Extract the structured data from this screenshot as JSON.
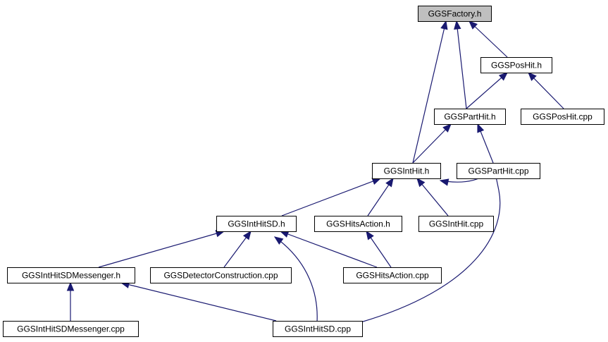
{
  "colors": {
    "edge": "#191970",
    "node_fill": "#ffffff",
    "root_fill": "#bfbfbf",
    "node_border": "#000000"
  },
  "nodes": [
    {
      "id": "ggsfactory_h",
      "label": "GGSFactory.h",
      "root": true,
      "clickable": false
    },
    {
      "id": "ggsposhit_h",
      "label": "GGSPosHit.h",
      "clickable": true
    },
    {
      "id": "ggsparthit_h",
      "label": "GGSPartHit.h",
      "clickable": true
    },
    {
      "id": "ggsposhit_cpp",
      "label": "GGSPosHit.cpp",
      "clickable": true
    },
    {
      "id": "ggsinthit_h",
      "label": "GGSIntHit.h",
      "clickable": true
    },
    {
      "id": "ggsparthit_cpp",
      "label": "GGSPartHit.cpp",
      "clickable": true
    },
    {
      "id": "ggsinthitsd_h",
      "label": "GGSIntHitSD.h",
      "clickable": true
    },
    {
      "id": "ggshitsaction_h",
      "label": "GGSHitsAction.h",
      "clickable": true
    },
    {
      "id": "ggsinthit_cpp",
      "label": "GGSIntHit.cpp",
      "clickable": true
    },
    {
      "id": "ggsinthitsdmessenger_h",
      "label": "GGSIntHitSDMessenger.h",
      "clickable": true
    },
    {
      "id": "ggsdetectorconstruction_cpp",
      "label": "GGSDetectorConstruction.cpp",
      "clickable": true
    },
    {
      "id": "ggshitsaction_cpp",
      "label": "GGSHitsAction.cpp",
      "clickable": true
    },
    {
      "id": "ggsinthitsdmessenger_cpp",
      "label": "GGSIntHitSDMessenger.cpp",
      "clickable": true
    },
    {
      "id": "ggsinthitsd_cpp",
      "label": "GGSIntHitSD.cpp",
      "clickable": true
    }
  ],
  "edges": [
    {
      "from": "ggsposhit_h",
      "to": "ggsfactory_h"
    },
    {
      "from": "ggsparthit_h",
      "to": "ggsfactory_h"
    },
    {
      "from": "ggsinthit_h",
      "to": "ggsfactory_h"
    },
    {
      "from": "ggsparthit_h",
      "to": "ggsposhit_h"
    },
    {
      "from": "ggsposhit_cpp",
      "to": "ggsposhit_h"
    },
    {
      "from": "ggsinthit_h",
      "to": "ggsparthit_h"
    },
    {
      "from": "ggsparthit_cpp",
      "to": "ggsparthit_h"
    },
    {
      "from": "ggsinthitsd_h",
      "to": "ggsinthit_h"
    },
    {
      "from": "ggshitsaction_h",
      "to": "ggsinthit_h"
    },
    {
      "from": "ggsinthit_cpp",
      "to": "ggsinthit_h"
    },
    {
      "from": "ggsinthitsd_cpp",
      "to": "ggsinthit_h"
    },
    {
      "from": "ggsinthitsdmessenger_h",
      "to": "ggsinthitsd_h"
    },
    {
      "from": "ggsdetectorconstruction_cpp",
      "to": "ggsinthitsd_h"
    },
    {
      "from": "ggshitsaction_cpp",
      "to": "ggsinthitsd_h"
    },
    {
      "from": "ggsinthitsd_cpp",
      "to": "ggsinthitsd_h"
    },
    {
      "from": "ggshitsaction_cpp",
      "to": "ggshitsaction_h"
    },
    {
      "from": "ggsinthitsdmessenger_cpp",
      "to": "ggsinthitsdmessenger_h"
    },
    {
      "from": "ggsinthitsd_cpp",
      "to": "ggsinthitsdmessenger_h"
    }
  ]
}
